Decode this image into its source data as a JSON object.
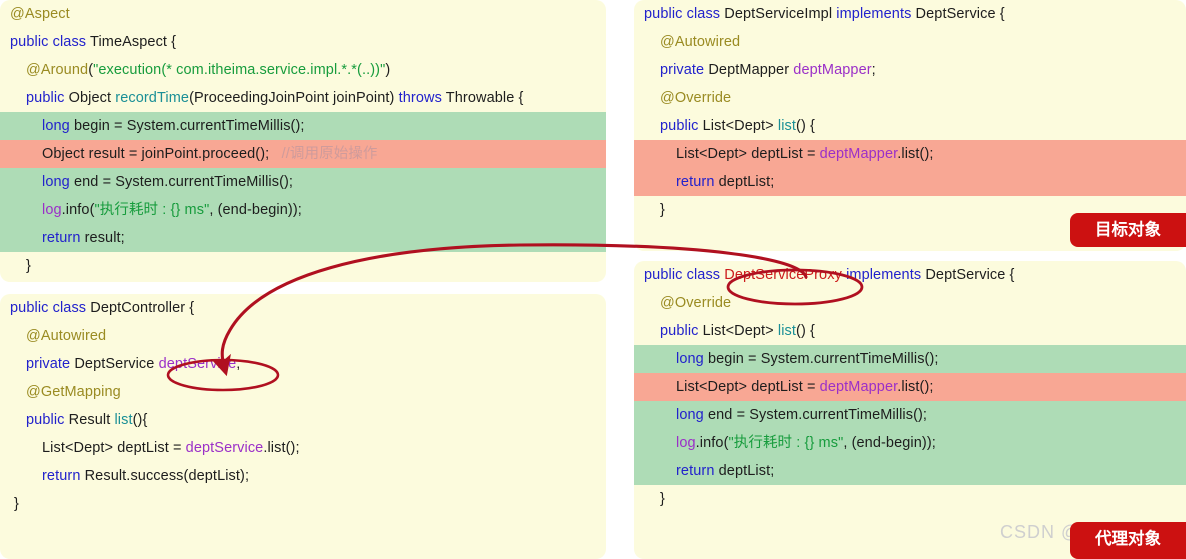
{
  "panels": {
    "aspect": {
      "name": "TimeAspect aspect class",
      "lines": [
        {
          "indent": "i0",
          "hl": "none",
          "tokens": [
            {
              "t": "@Aspect",
              "c": "ann"
            }
          ]
        },
        {
          "indent": "i0",
          "hl": "none",
          "tokens": [
            {
              "t": "public class ",
              "c": "kw"
            },
            {
              "t": "TimeAspect {",
              "c": "plain"
            }
          ]
        },
        {
          "indent": "i1",
          "hl": "none",
          "tokens": [
            {
              "t": "@Around",
              "c": "ann"
            },
            {
              "t": "(",
              "c": "plain"
            },
            {
              "t": "\"execution(* com.itheima.service.impl.*.*(..))\"",
              "c": "str"
            },
            {
              "t": ")",
              "c": "plain"
            }
          ]
        },
        {
          "indent": "i1",
          "hl": "none",
          "tokens": [
            {
              "t": "public ",
              "c": "kw"
            },
            {
              "t": "Object ",
              "c": "plain"
            },
            {
              "t": "recordTime",
              "c": "mth"
            },
            {
              "t": "(ProceedingJoinPoint joinPoint) ",
              "c": "plain"
            },
            {
              "t": "throws ",
              "c": "kw"
            },
            {
              "t": "Throwable {",
              "c": "plain"
            }
          ]
        },
        {
          "indent": "i2",
          "hl": "green",
          "tokens": [
            {
              "t": "long ",
              "c": "kw"
            },
            {
              "t": "begin = System.currentTimeMillis();",
              "c": "plain"
            }
          ]
        },
        {
          "indent": "i2",
          "hl": "red",
          "tokens": [
            {
              "t": "Object result = joinPoint.proceed();   ",
              "c": "plain"
            },
            {
              "t": "//调用原始操作",
              "c": "cmt"
            }
          ]
        },
        {
          "indent": "i2",
          "hl": "green",
          "tokens": [
            {
              "t": "long ",
              "c": "kw"
            },
            {
              "t": "end = System.currentTimeMillis();",
              "c": "plain"
            }
          ]
        },
        {
          "indent": "i2",
          "hl": "green",
          "tokens": [
            {
              "t": "log",
              "c": "fld"
            },
            {
              "t": ".info(",
              "c": "plain"
            },
            {
              "t": "\"执行耗时 : {} ms\"",
              "c": "str"
            },
            {
              "t": ", (end-begin));",
              "c": "plain"
            }
          ]
        },
        {
          "indent": "i2",
          "hl": "green",
          "tokens": [
            {
              "t": "return ",
              "c": "kw"
            },
            {
              "t": "result;",
              "c": "plain"
            }
          ]
        },
        {
          "indent": "i1",
          "hl": "none",
          "tokens": [
            {
              "t": "}",
              "c": "plain"
            }
          ]
        }
      ]
    },
    "controller": {
      "name": "DeptController class",
      "lines": [
        {
          "indent": "i0",
          "hl": "none",
          "tokens": [
            {
              "t": "public class ",
              "c": "kw"
            },
            {
              "t": "DeptController {",
              "c": "plain"
            }
          ]
        },
        {
          "indent": "i1",
          "hl": "none",
          "tokens": [
            {
              "t": "@Autowired",
              "c": "ann"
            }
          ]
        },
        {
          "indent": "i1",
          "hl": "none",
          "tokens": [
            {
              "t": "private ",
              "c": "kw"
            },
            {
              "t": "DeptService ",
              "c": "plain"
            },
            {
              "t": "deptService",
              "c": "fld"
            },
            {
              "t": ";",
              "c": "plain"
            }
          ]
        },
        {
          "indent": "i1",
          "hl": "none",
          "tokens": [
            {
              "t": "@GetMapping",
              "c": "ann"
            }
          ]
        },
        {
          "indent": "i1",
          "hl": "none",
          "tokens": [
            {
              "t": "public ",
              "c": "kw"
            },
            {
              "t": "Result ",
              "c": "plain"
            },
            {
              "t": "list",
              "c": "mth"
            },
            {
              "t": "(){",
              "c": "plain"
            }
          ]
        },
        {
          "indent": "i2",
          "hl": "none",
          "tokens": [
            {
              "t": "List<Dept> deptList = ",
              "c": "plain"
            },
            {
              "t": "deptService",
              "c": "fld"
            },
            {
              "t": ".list();",
              "c": "plain"
            }
          ]
        },
        {
          "indent": "i2",
          "hl": "none",
          "tokens": [
            {
              "t": "return ",
              "c": "kw"
            },
            {
              "t": "Result.success(deptList);",
              "c": "plain"
            }
          ]
        },
        {
          "indent": "i3",
          "hl": "none",
          "tokens": [
            {
              "t": "}",
              "c": "plain"
            }
          ]
        }
      ]
    },
    "service_impl": {
      "name": "DeptServiceImpl class (target object)",
      "lines": [
        {
          "indent": "i0",
          "hl": "none",
          "tokens": [
            {
              "t": "public class ",
              "c": "kw"
            },
            {
              "t": "DeptServiceImpl ",
              "c": "plain"
            },
            {
              "t": "implements ",
              "c": "kw"
            },
            {
              "t": "DeptService {",
              "c": "plain"
            }
          ]
        },
        {
          "indent": "i1",
          "hl": "none",
          "tokens": [
            {
              "t": "@Autowired",
              "c": "ann"
            }
          ]
        },
        {
          "indent": "i1",
          "hl": "none",
          "tokens": [
            {
              "t": "private ",
              "c": "kw"
            },
            {
              "t": "DeptMapper ",
              "c": "plain"
            },
            {
              "t": "deptMapper",
              "c": "fld"
            },
            {
              "t": ";",
              "c": "plain"
            }
          ]
        },
        {
          "indent": "i1",
          "hl": "none",
          "tokens": [
            {
              "t": "@Override",
              "c": "ann"
            }
          ]
        },
        {
          "indent": "i1",
          "hl": "none",
          "tokens": [
            {
              "t": "public ",
              "c": "kw"
            },
            {
              "t": "List<Dept> ",
              "c": "plain"
            },
            {
              "t": "list",
              "c": "mth"
            },
            {
              "t": "() {",
              "c": "plain"
            }
          ]
        },
        {
          "indent": "i2",
          "hl": "red",
          "tokens": [
            {
              "t": "List<Dept> deptList = ",
              "c": "plain"
            },
            {
              "t": "deptMapper",
              "c": "fld"
            },
            {
              "t": ".list();",
              "c": "plain"
            }
          ]
        },
        {
          "indent": "i2",
          "hl": "red",
          "tokens": [
            {
              "t": "return ",
              "c": "kw"
            },
            {
              "t": "deptList;",
              "c": "plain"
            }
          ]
        },
        {
          "indent": "i1",
          "hl": "none",
          "tokens": [
            {
              "t": "}",
              "c": "plain"
            }
          ]
        }
      ]
    },
    "service_proxy": {
      "name": "DeptServiceProxy class (proxy object)",
      "lines": [
        {
          "indent": "i0",
          "hl": "none",
          "tokens": [
            {
              "t": "public class ",
              "c": "kw"
            },
            {
              "t": "DeptServiceProxy",
              "c": "red-txt"
            },
            {
              "t": " implements ",
              "c": "kw"
            },
            {
              "t": "DeptService {",
              "c": "plain"
            }
          ]
        },
        {
          "indent": "i1",
          "hl": "none",
          "tokens": [
            {
              "t": "@Override",
              "c": "ann"
            }
          ]
        },
        {
          "indent": "i1",
          "hl": "none",
          "tokens": [
            {
              "t": "public ",
              "c": "kw"
            },
            {
              "t": "List<Dept> ",
              "c": "plain"
            },
            {
              "t": "list",
              "c": "mth"
            },
            {
              "t": "() {",
              "c": "plain"
            }
          ]
        },
        {
          "indent": "i2",
          "hl": "green",
          "tokens": [
            {
              "t": "long ",
              "c": "kw"
            },
            {
              "t": "begin = System.currentTimeMillis();",
              "c": "plain"
            }
          ]
        },
        {
          "indent": "i2",
          "hl": "red",
          "tokens": [
            {
              "t": "List<Dept> deptList = ",
              "c": "plain"
            },
            {
              "t": "deptMapper",
              "c": "fld"
            },
            {
              "t": ".list();",
              "c": "plain"
            }
          ]
        },
        {
          "indent": "i2",
          "hl": "green",
          "tokens": [
            {
              "t": "long ",
              "c": "kw"
            },
            {
              "t": "end = System.currentTimeMillis();",
              "c": "plain"
            }
          ]
        },
        {
          "indent": "i2",
          "hl": "green",
          "tokens": [
            {
              "t": "log",
              "c": "fld"
            },
            {
              "t": ".info(",
              "c": "plain"
            },
            {
              "t": "\"执行耗时 : {} ms\"",
              "c": "str"
            },
            {
              "t": ", (end-begin));",
              "c": "plain"
            }
          ]
        },
        {
          "indent": "i2",
          "hl": "green",
          "tokens": [
            {
              "t": "return ",
              "c": "kw"
            },
            {
              "t": "deptList;",
              "c": "plain"
            }
          ]
        },
        {
          "indent": "i1",
          "hl": "none",
          "tokens": [
            {
              "t": "}",
              "c": "plain"
            }
          ]
        }
      ]
    }
  },
  "badges": {
    "target": "目标对象",
    "proxy": "代理对象"
  },
  "watermark": "CSDN @JKelly_Wang",
  "annotations": {
    "ellipse_deptservice": "deptService",
    "ellipse_proxy": "DeptServiceProxy",
    "arrow": "proxy-injected-into-controller"
  },
  "colors": {
    "panel_bg": "#fcfbdd",
    "highlight_green": "#aedcb6",
    "highlight_red": "#f8a794",
    "accent_red": "#cc1111",
    "annotation_red": "#b01020",
    "keyword_blue": "#2222cc",
    "annotation_olive": "#9a8b22",
    "string_green": "#179c3d",
    "method_teal": "#1a8f96",
    "field_purple": "#9b30c8"
  }
}
